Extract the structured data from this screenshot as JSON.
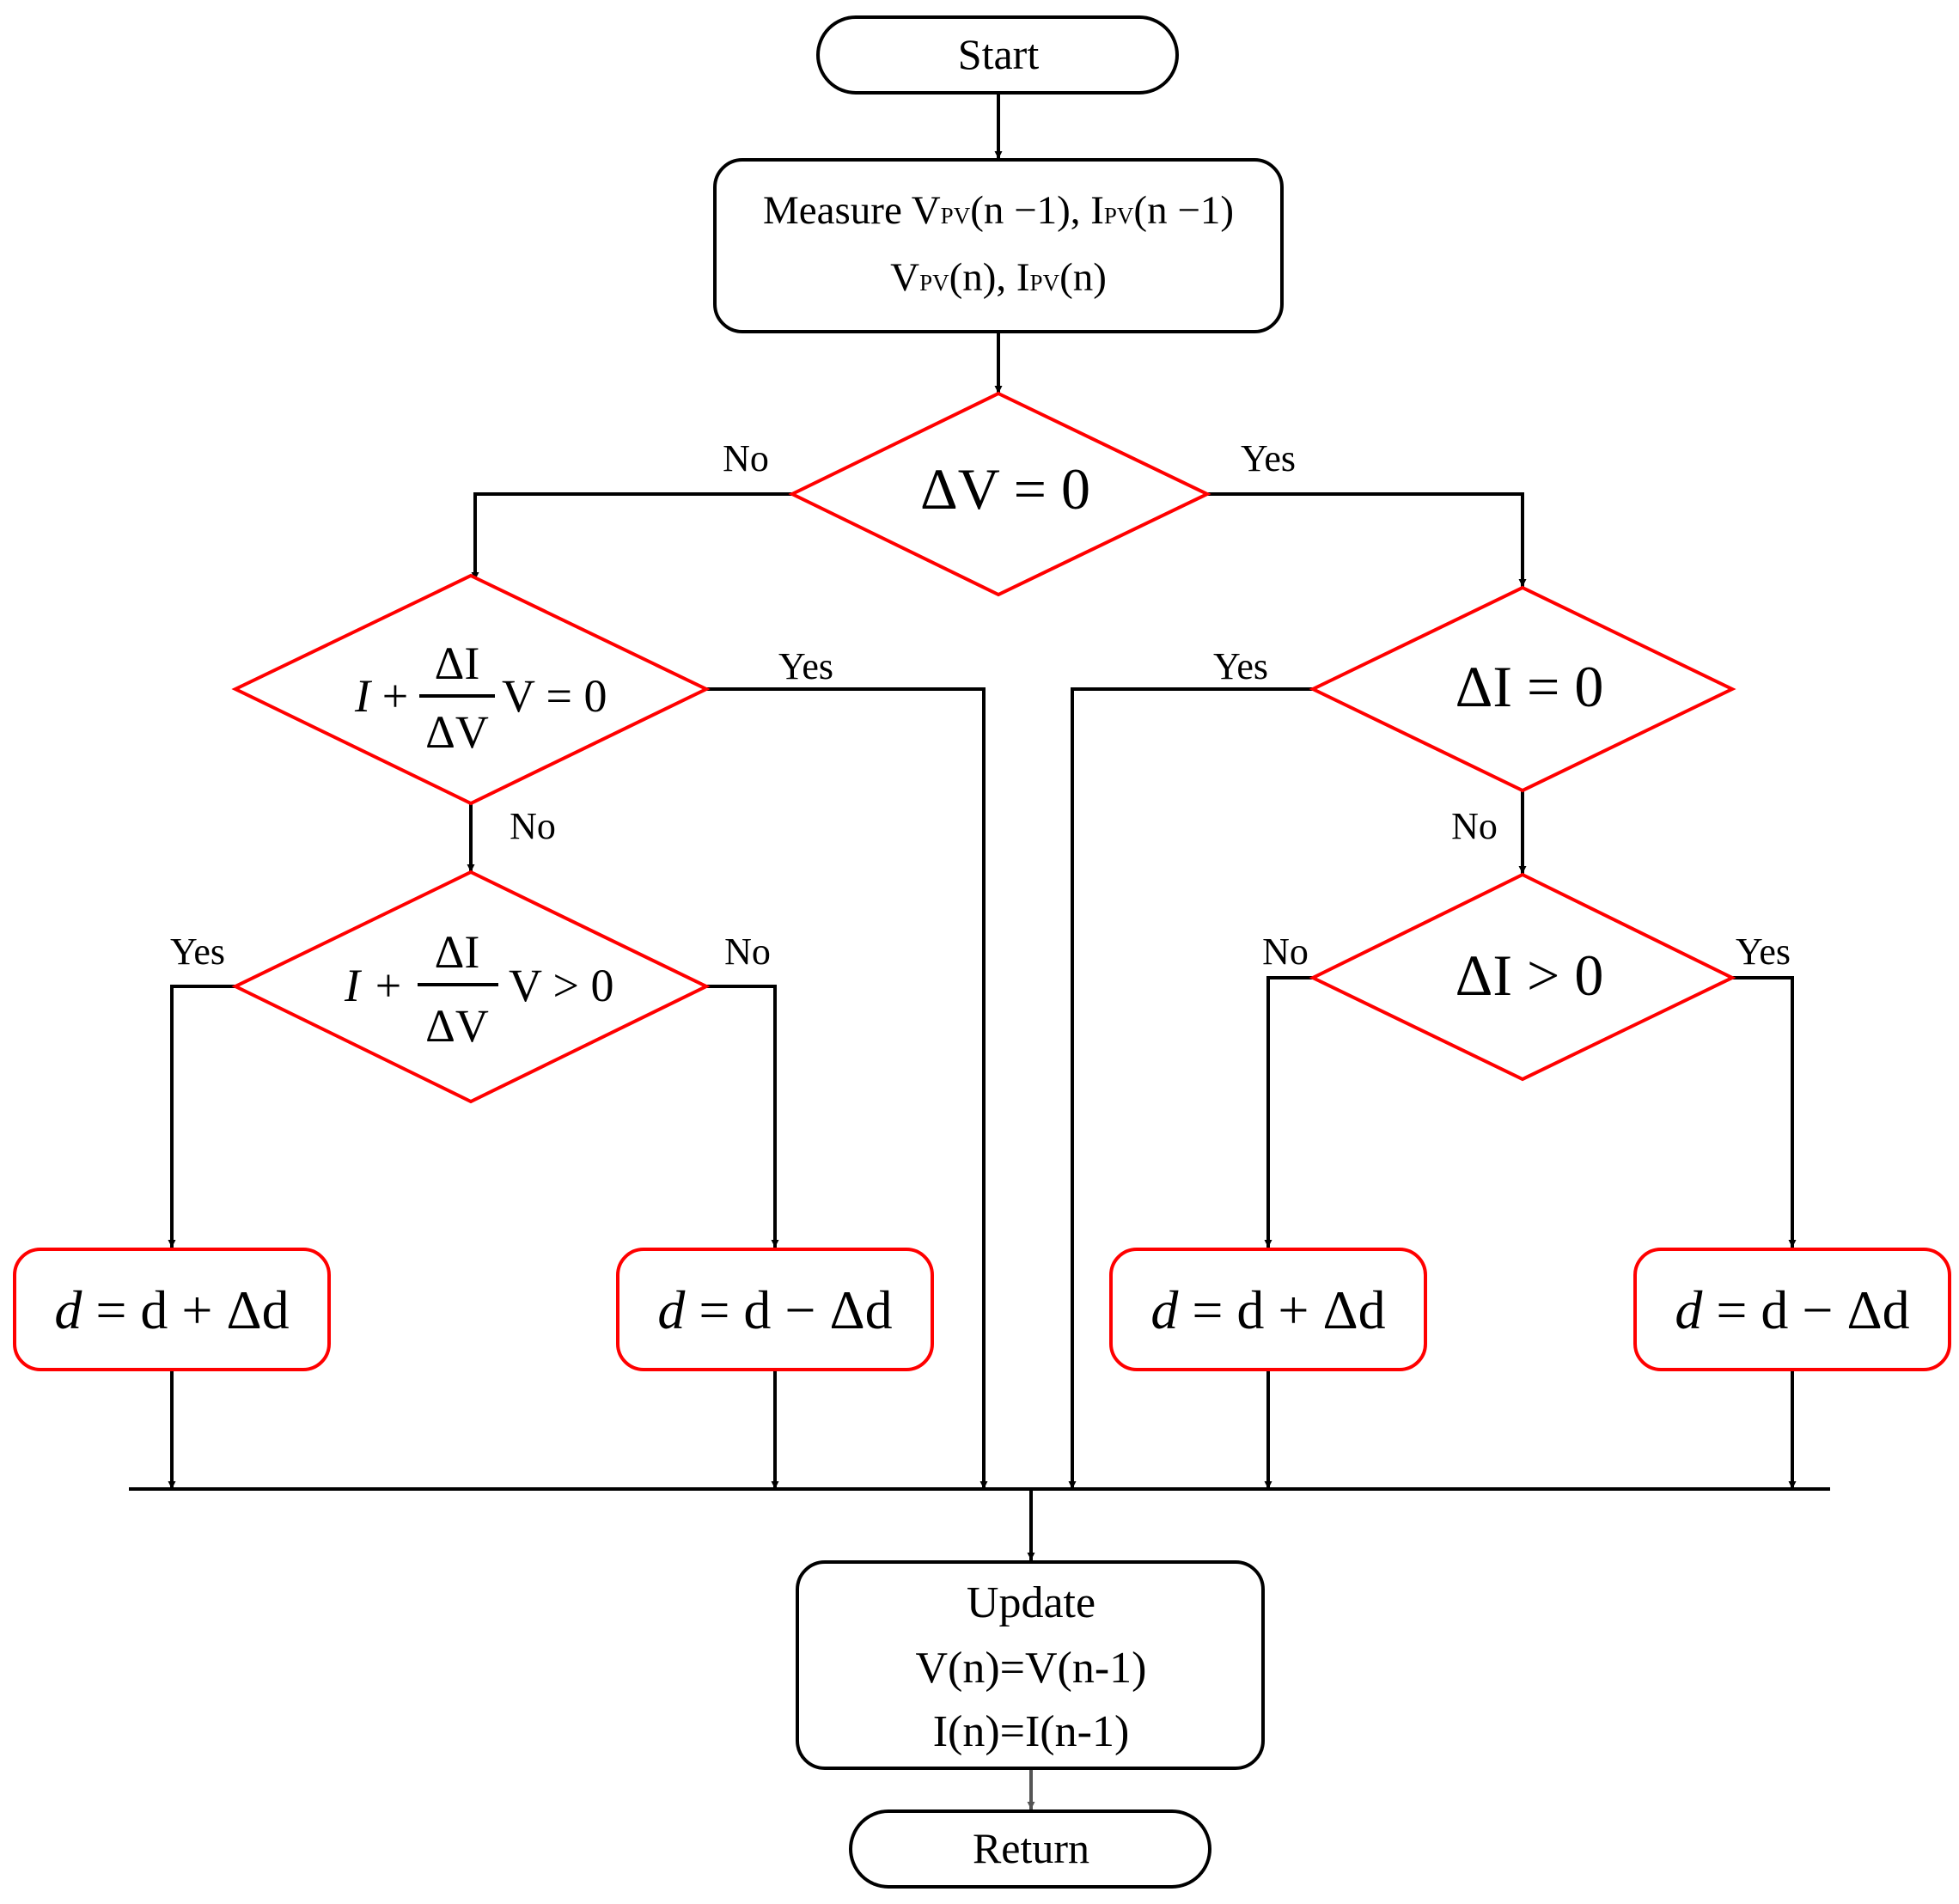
{
  "colors": {
    "line": "#000000",
    "process_border": "#000000",
    "decision_border": "#ff0000",
    "action_border": "#ff0000",
    "update_arrow": "#555555"
  },
  "start": {
    "label": "Start"
  },
  "measure": {
    "line1": {
      "prefix": "Measure V",
      "sub1": "PV",
      "mid1": "(n −1), I",
      "sub2": "PV",
      "suffix": "(n −1)"
    },
    "line2": {
      "prefix": "V",
      "sub1": "PV",
      "mid1": "(n), I",
      "sub2": "PV",
      "suffix": "(n)"
    }
  },
  "decisions": {
    "dv_zero": {
      "text": "ΔV = 0",
      "yes": "Yes",
      "no": "No"
    },
    "incond_eq": {
      "lead": "I",
      "plus": "+",
      "num": "ΔI",
      "den": "ΔV",
      "tail": "V = 0",
      "yes": "Yes",
      "no": "No"
    },
    "incond_gt": {
      "lead": "I",
      "plus": "+",
      "num": "ΔI",
      "den": "ΔV",
      "tail": "V > 0",
      "yes": "Yes",
      "no": "No"
    },
    "di_zero": {
      "text": "ΔI = 0",
      "yes": "Yes",
      "no": "No"
    },
    "di_gt": {
      "text": "ΔI > 0",
      "yes": "Yes",
      "no": "No"
    }
  },
  "actions": [
    {
      "var": "d",
      "expr": " = d + Δd"
    },
    {
      "var": "d",
      "expr": " = d − Δd"
    },
    {
      "var": "d",
      "expr": " = d + Δd"
    },
    {
      "var": "d",
      "expr": " = d − Δd"
    }
  ],
  "update": {
    "line1": "Update",
    "line2": "V(n)=V(n-1)",
    "line3": "I(n)=I(n-1)"
  },
  "return": {
    "label": "Return"
  }
}
